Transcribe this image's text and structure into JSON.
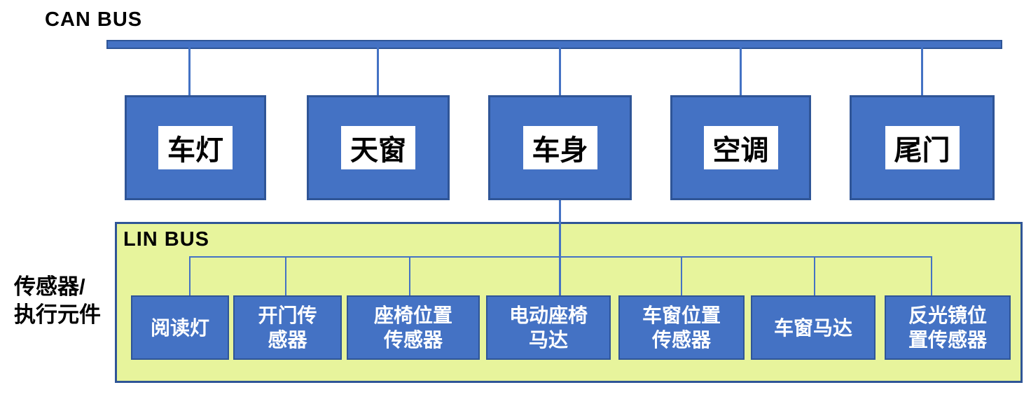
{
  "can_bus": {
    "label": "CAN BUS"
  },
  "lin_bus": {
    "label": "LIN BUS"
  },
  "side_label": "传感器/\n执行元件",
  "can_nodes": [
    {
      "id": "car-lights",
      "label": "车灯"
    },
    {
      "id": "sunroof",
      "label": "天窗"
    },
    {
      "id": "body",
      "label": "车身"
    },
    {
      "id": "air-conditioner",
      "label": "空调"
    },
    {
      "id": "tailgate",
      "label": "尾门"
    }
  ],
  "lin_nodes": [
    {
      "id": "reading-light",
      "label": "阅读灯"
    },
    {
      "id": "door-open-sensor",
      "label": "开门传\n感器"
    },
    {
      "id": "seat-position-sensor",
      "label": "座椅位置\n传感器"
    },
    {
      "id": "electric-seat-motor",
      "label": "电动座椅\n马达"
    },
    {
      "id": "window-position-sensor",
      "label": "车窗位置\n传感器"
    },
    {
      "id": "window-motor",
      "label": "车窗马达"
    },
    {
      "id": "mirror-position-sensor",
      "label": "反光镜位\n置传感器"
    }
  ],
  "colors": {
    "node_fill": "#4472C4",
    "node_border": "#2F5597",
    "bus_bar_fill": "#4472C4",
    "bus_bar_border": "#2E5597",
    "connector": "#4472C4",
    "lin_fill": "#E7F49C",
    "lin_border": "#2F5597",
    "node_label_bg": "#FFFFFF",
    "text_dark": "#000000",
    "text_light": "#FFFFFF"
  }
}
